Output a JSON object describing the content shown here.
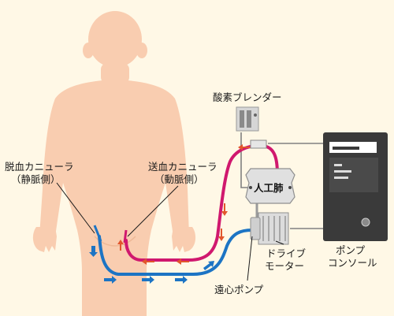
{
  "diagram": {
    "labels": {
      "drain_cannula": "脱血カニューラ",
      "drain_cannula_sub": "（静脈側）",
      "return_cannula": "送血カニューラ",
      "return_cannula_sub": "（動脈側）",
      "oxygen_blender": "酸素ブレンダー",
      "artificial_lung": "人工肺",
      "drive_motor_line1": "ドライブ",
      "drive_motor_line2": "モーター",
      "centrifugal_pump": "遠心ポンプ",
      "pump_console_line1": "ポンプ",
      "pump_console_line2": "コンソール"
    },
    "colors": {
      "background": "#fff8e6",
      "skin": "#f9cdb0",
      "venous_line": "#1c74c4",
      "arterial_line": "#d0186e",
      "venous_arrow": "#1c74c4",
      "arterial_arrow": "#e2562c",
      "device_gray": "#c9c9c9",
      "console_dark": "#3a3a3a"
    }
  }
}
